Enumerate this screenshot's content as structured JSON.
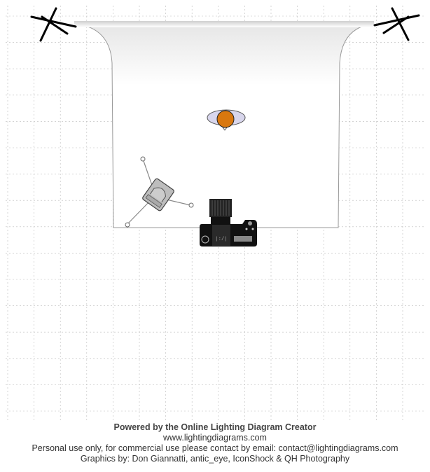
{
  "footer": {
    "title": "Powered by the Online Lighting Diagram Creator",
    "website": "www.lightingdiagrams.com",
    "license": "Personal use only, for commercial use please contact by email: contact@lightingdiagrams.com",
    "credits": "Graphics by: Don Giannatti, antic_eye, IconShock & QH Photography"
  },
  "colors": {
    "subject": "#d9780f",
    "subject_ring": "#d8d6ec",
    "camera": "#111111",
    "grid": "#bbbbbb"
  }
}
